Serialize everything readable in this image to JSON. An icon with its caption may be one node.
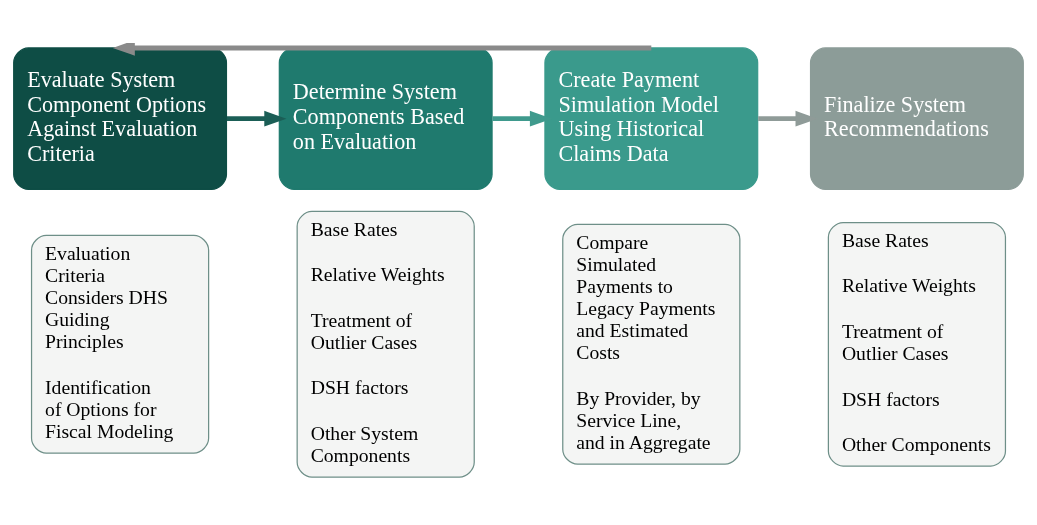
{
  "diagram": {
    "nodes": [
      {
        "text": [
          "Evaluate System Component Options Against Evaluation Criteria"
        ]
      },
      {
        "text": [
          "Evaluation Criteria Considers DHS Guiding Principles",
          "Identification of Options for Fiscal Modeling"
        ]
      },
      {
        "text": [
          "Determine System Components Based on Evaluation"
        ]
      },
      {
        "text": [
          "Base Rates",
          "Relative Weights",
          "Treatment of Outlier Cases",
          "DSH factors",
          "Other System Components"
        ]
      },
      {
        "text": [
          "Create Payment Simulation Model Using Historical Claims Data"
        ]
      },
      {
        "text": [
          "Compare Simulated Payments to Legacy Payments and Estimated Costs",
          "By Provider, by Service Line, and in Aggregate"
        ]
      },
      {
        "text": [
          "Finalize System Recommendations"
        ]
      },
      {
        "text": [
          "Base Rates",
          "Relative Weights",
          "Treatment of Outlier Cases",
          "DSH factors",
          "Other Components"
        ]
      }
    ],
    "edges": [
      {
        "from": 0,
        "to": 2,
        "arrow": "to",
        "color": "#1b5e56"
      },
      {
        "from": 2,
        "to": 4,
        "arrow": "to",
        "color": "#3f9a8d"
      },
      {
        "from": 4,
        "to": 6,
        "arrow": "to",
        "color": "#8f9b98"
      },
      {
        "from": 4,
        "to": 0,
        "arrow": "to",
        "color": "#8a8a8a"
      }
    ]
  }
}
